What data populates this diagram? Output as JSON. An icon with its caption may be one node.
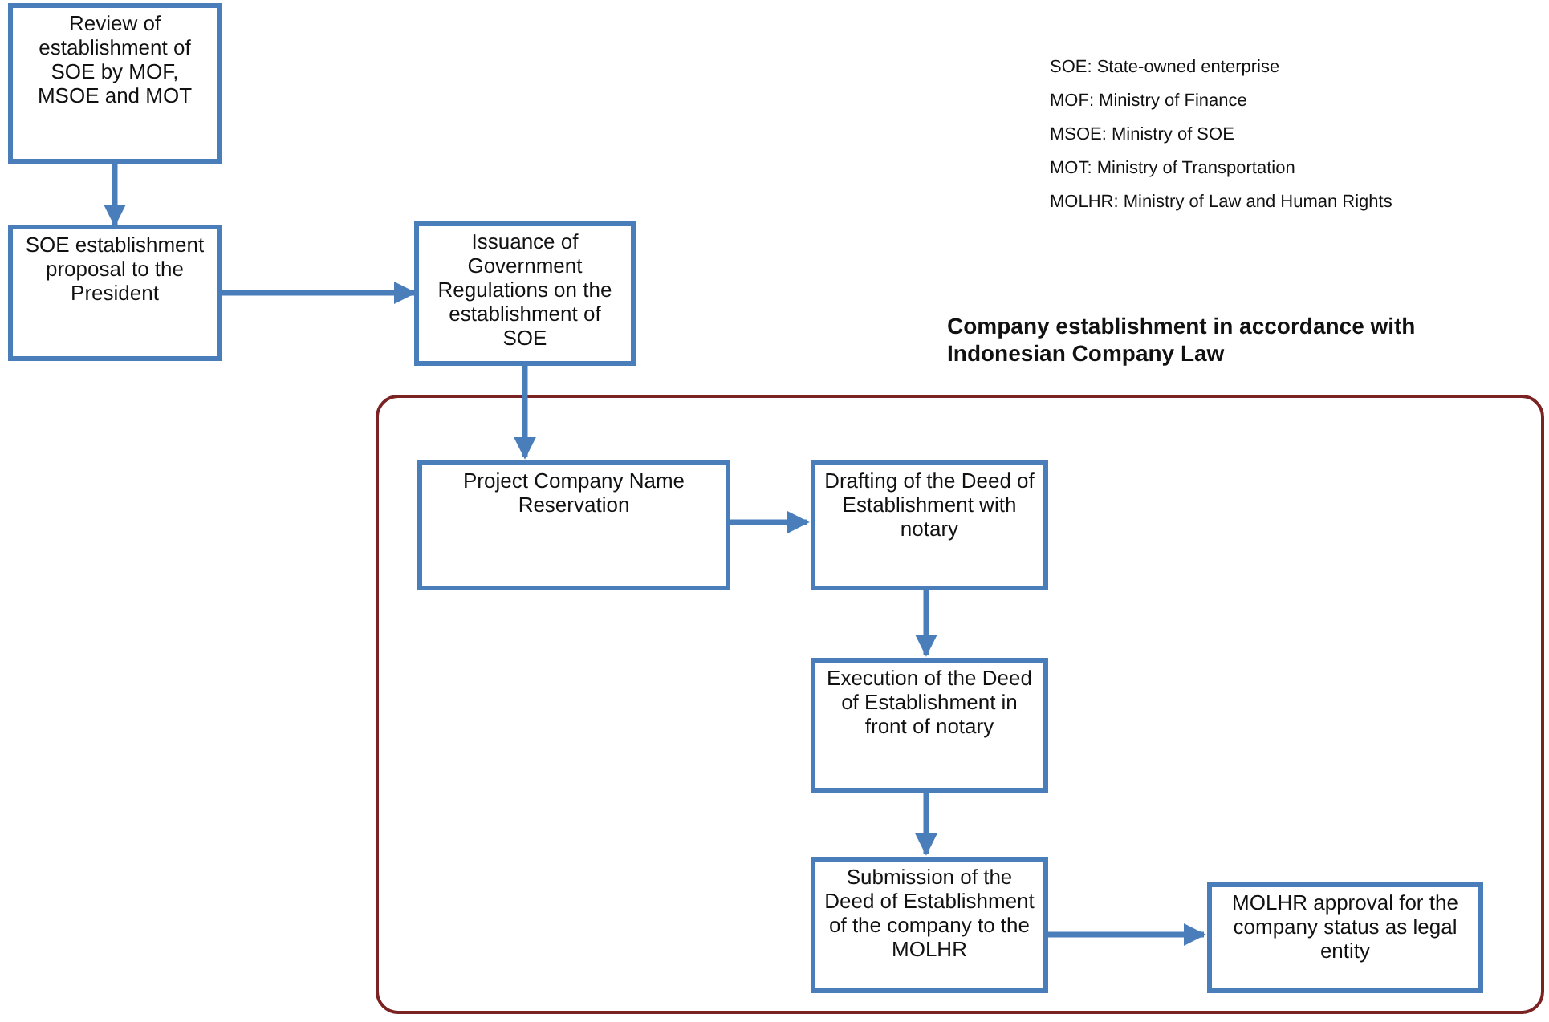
{
  "diagram": {
    "nodes": [
      {
        "text": [
          "Review of establishment of SOE by MOF, MSOE and MOT"
        ]
      },
      {
        "text": [
          "SOE establishment proposal to the President"
        ]
      },
      {
        "text": [
          "Issuance of Government Regulations on the establishment of SOE"
        ]
      },
      {
        "text": [
          "Company establishment in accordance with Indonesian Company Law"
        ]
      },
      {
        "text": [
          "Project Company Name Reservation"
        ],
        "in": 3
      },
      {
        "text": [
          "Drafting  of the Deed of Establishment with notary"
        ],
        "in": 3
      },
      {
        "text": [
          "Execution of the Deed of Establishment in front of notary"
        ],
        "in": 3
      },
      {
        "text": [
          "Submission of the Deed of Establishment of the company to the MOLHR"
        ],
        "in": 3
      },
      {
        "text": [
          "MOLHR approval for the company status as legal entity"
        ],
        "in": 3
      }
    ],
    "edges": [
      {
        "from": 0,
        "to": 1,
        "arrow": "to"
      },
      {
        "from": 1,
        "to": 2,
        "arrow": "to"
      },
      {
        "from": 2,
        "to": 4,
        "arrow": "to"
      },
      {
        "from": 4,
        "to": 5,
        "arrow": "to"
      },
      {
        "from": 5,
        "to": 6,
        "arrow": "to"
      },
      {
        "from": 6,
        "to": 7,
        "arrow": "to"
      },
      {
        "from": 7,
        "to": 8,
        "arrow": "to"
      }
    ],
    "labels": [
      "SOE: State-owned enterprise",
      "MOF: Ministry of Finance",
      "MSOE: Ministry of SOE",
      "MOT: Ministry of Transportation",
      "MOLHR: Ministry of Law and Human Rights"
    ]
  }
}
